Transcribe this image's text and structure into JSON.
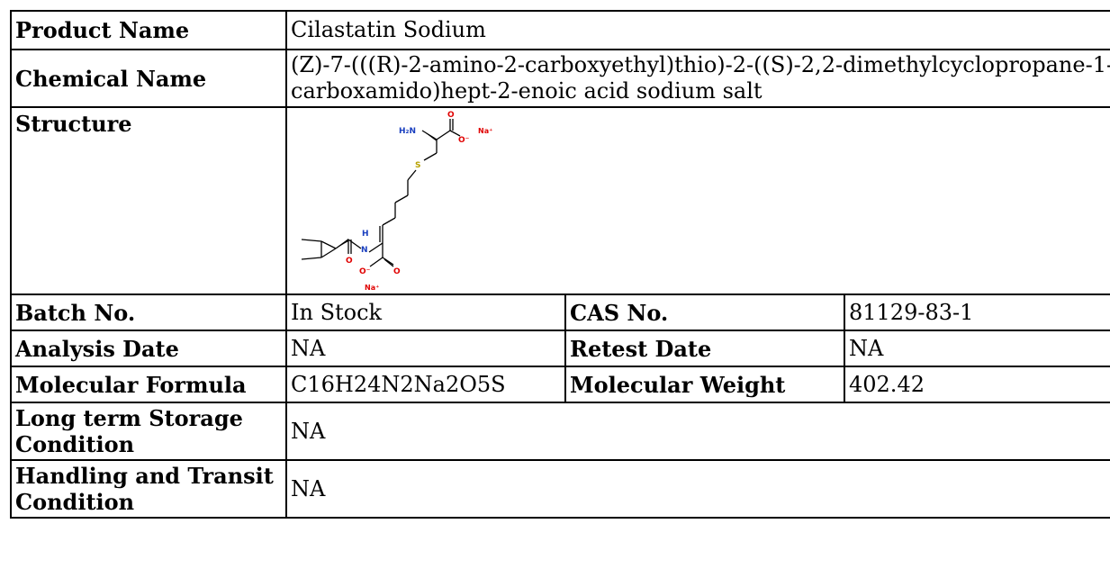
{
  "labels": {
    "product_name": "Product Name",
    "chemical_name": "Chemical Name",
    "structure": "Structure",
    "batch_no": "Batch No.",
    "cas_no": "CAS No.",
    "analysis_date": "Analysis Date",
    "retest_date": "Retest Date",
    "molecular_formula": "Molecular Formula",
    "molecular_weight": "Molecular Weight",
    "storage": "Long term Storage Condition",
    "handling": "Handling and Transit Condition"
  },
  "values": {
    "product_name": "Cilastatin Sodium",
    "chemical_name": "(Z)-7-(((R)-2-amino-2-carboxyethyl)thio)-2-((S)-2,2-dimethylcyclopropane-1-carboxamido)hept-2-enoic acid sodium salt",
    "batch_no": "In Stock",
    "cas_no": "81129-83-1",
    "analysis_date": "NA",
    "retest_date": "NA",
    "molecular_formula": "C16H24N2Na2O5S",
    "molecular_weight": "402.42",
    "storage": "NA",
    "handling": "NA"
  },
  "structure_atoms": {
    "h2n": "H₂N",
    "o_top": "O",
    "o_minus_top": "O⁻",
    "na_top": "Na⁺",
    "s": "S",
    "nh_n": "N",
    "nh_h": "H",
    "o_amide": "O",
    "o_minus_bottom": "O⁻",
    "o_bottom": "O",
    "na_bottom": "Na⁺"
  },
  "colors": {
    "border": "#000000",
    "oxygen": "#e00000",
    "nitrogen": "#1a3fbf",
    "sulfur": "#b8a200",
    "bond": "#000000"
  }
}
